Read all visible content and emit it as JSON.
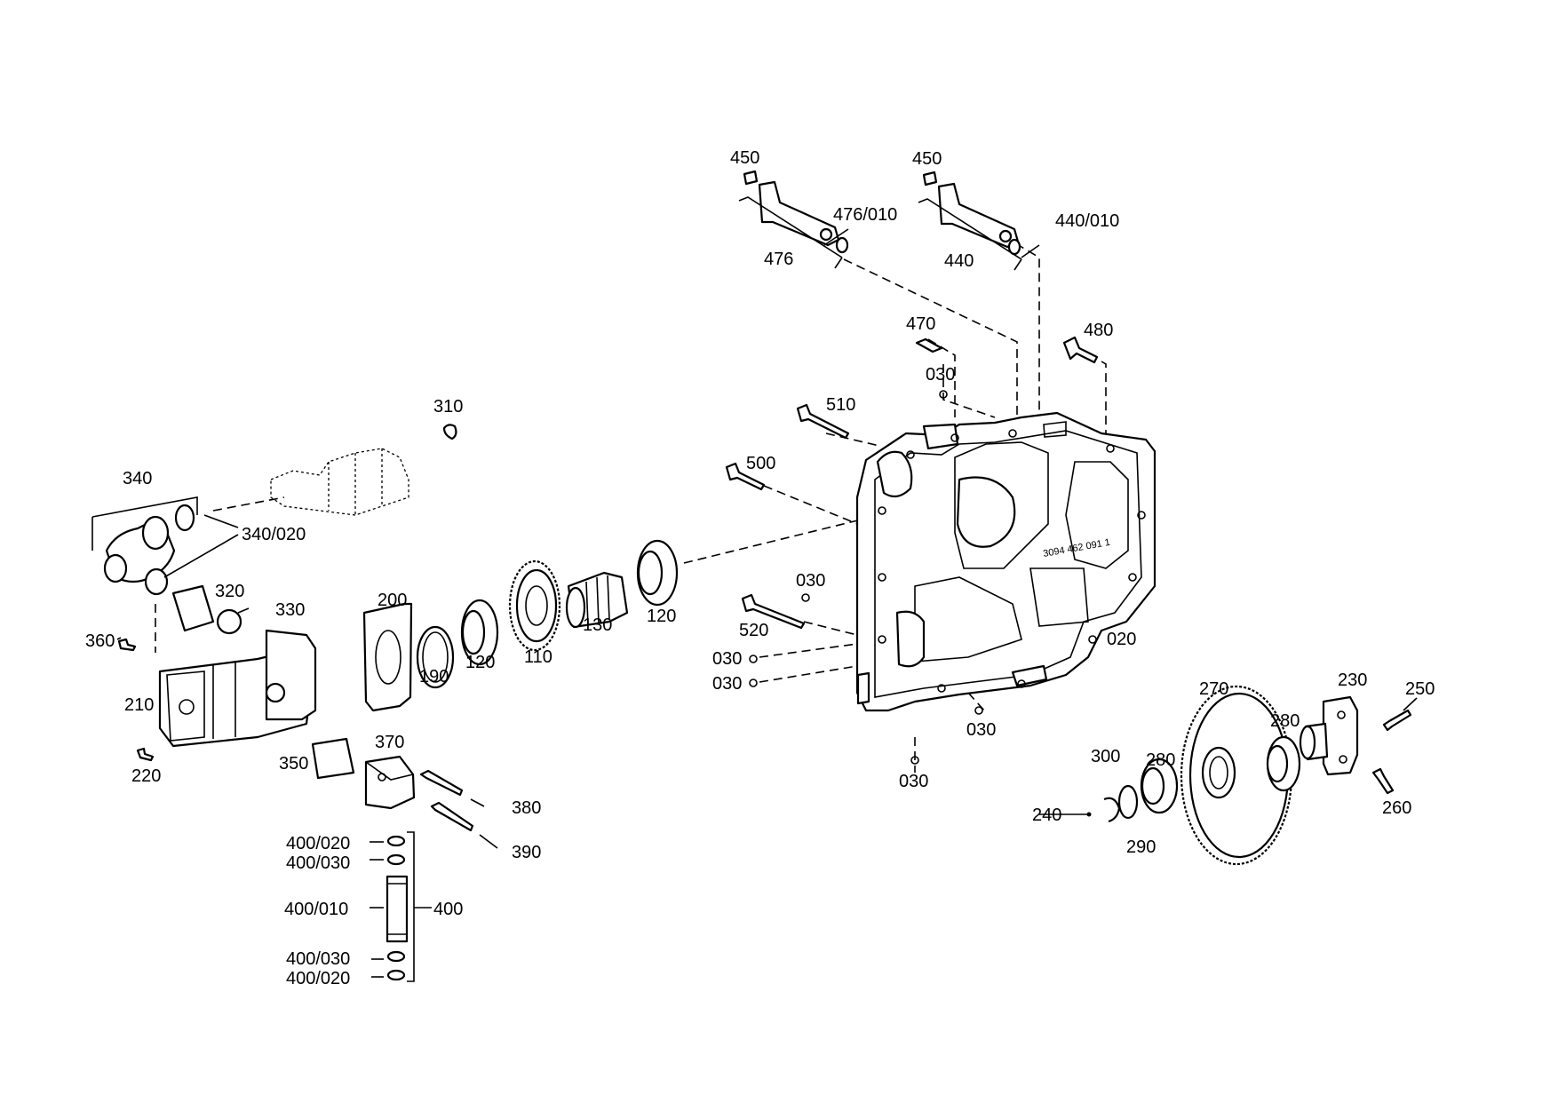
{
  "labels": {
    "p450a": "450",
    "p450b": "450",
    "p476_010": "476/010",
    "p440_010": "440/010",
    "p476": "476",
    "p440": "440",
    "p470": "470",
    "p480": "480",
    "p030_top": "030",
    "p510": "510",
    "p500": "500",
    "p310": "310",
    "p340": "340",
    "p340_020": "340/020",
    "p320": "320",
    "p330": "330",
    "p360": "360",
    "p210": "210",
    "p220": "220",
    "p200": "200",
    "p190": "190",
    "p120a": "120",
    "p110": "110",
    "p130": "130",
    "p120b": "120",
    "p030_mid": "030",
    "p520": "520",
    "p030_l1": "030",
    "p030_l2": "030",
    "p020": "020",
    "p030_bot1": "030",
    "p030_bot2": "030",
    "p270": "270",
    "p230": "230",
    "p250": "250",
    "p280a": "280",
    "p280b": "280",
    "p300": "300",
    "p240": "240",
    "p290": "290",
    "p260": "260",
    "p370": "370",
    "p350": "350",
    "p380": "380",
    "p390": "390",
    "p400_020a": "400/020",
    "p400_030a": "400/030",
    "p400_010": "400/010",
    "p400_030b": "400/030",
    "p400_020b": "400/020",
    "p400": "400"
  },
  "housing_marking": "3094 462 091 1",
  "line_color": "#000000",
  "background": "#ffffff"
}
